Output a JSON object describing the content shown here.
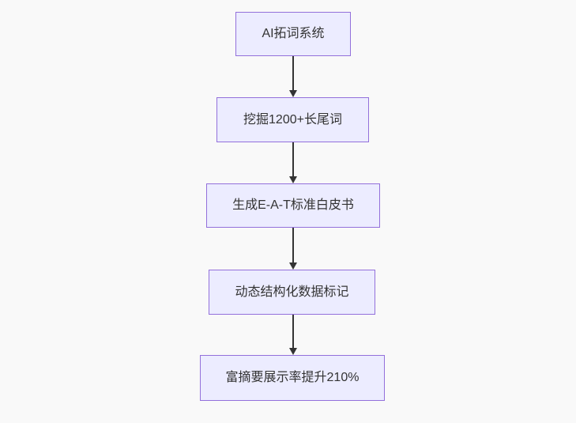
{
  "flowchart": {
    "type": "vertical-flowchart",
    "colors": {
      "background": "#f9f9f9",
      "node_fill": "#ECECFF",
      "node_border": "#9370DB",
      "text": "#333333",
      "arrow": "#333333"
    },
    "nodes": [
      {
        "id": "A",
        "label": "AI拓词系统"
      },
      {
        "id": "B",
        "label": "挖掘1200+长尾词"
      },
      {
        "id": "C",
        "label": "生成E-A-T标准白皮书"
      },
      {
        "id": "D",
        "label": "动态结构化数据标记"
      },
      {
        "id": "E",
        "label": "富摘要展示率提升210%"
      }
    ],
    "edges": [
      {
        "from": "A",
        "to": "B"
      },
      {
        "from": "B",
        "to": "C"
      },
      {
        "from": "C",
        "to": "D"
      },
      {
        "from": "D",
        "to": "E"
      }
    ]
  }
}
